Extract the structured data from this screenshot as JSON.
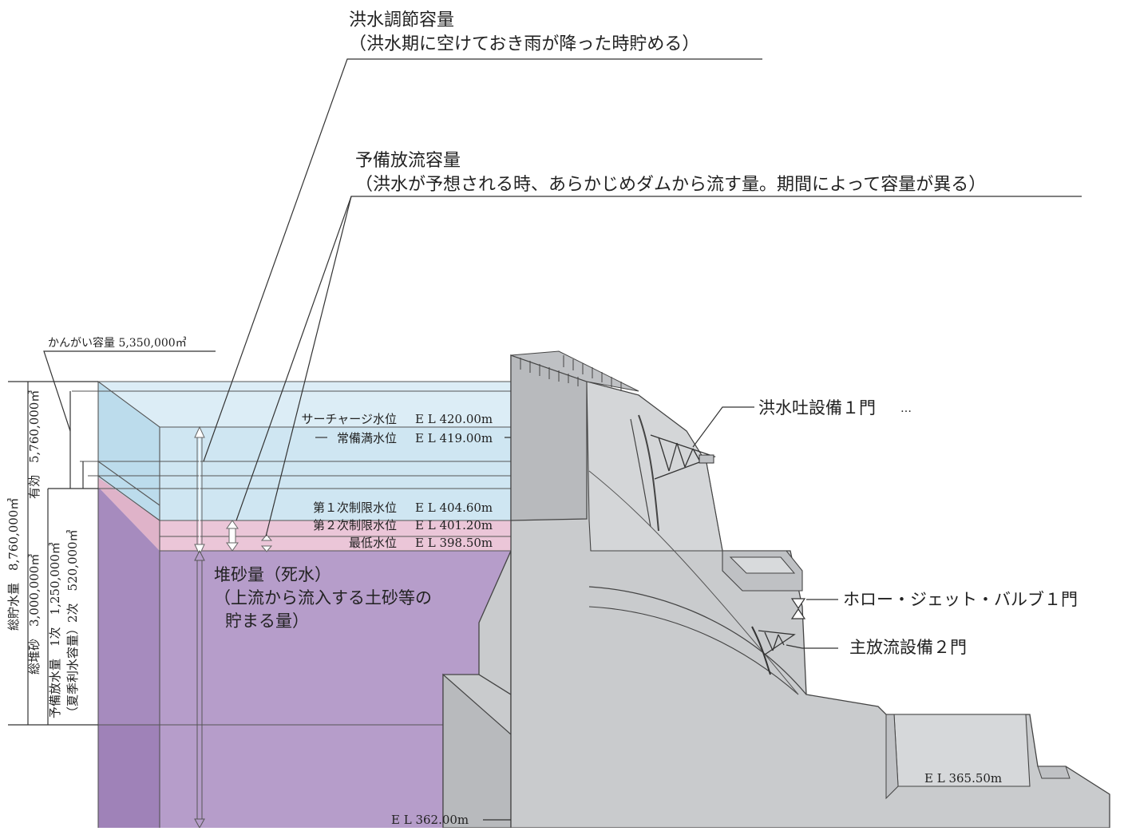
{
  "callouts": {
    "flood_control": {
      "title": "洪水調節容量",
      "note": "（洪水期に空けておき雨が降った時貯める）"
    },
    "preliminary_release": {
      "title": "予備放流容量",
      "note": "（洪水が予想される時、あらかじめダムから流す量。期間によって容量が異る）"
    },
    "irrigation": "かんがい容量 5,350,000㎥"
  },
  "water_levels": {
    "surcharge": {
      "name": "サーチャージ水位",
      "el": "E L 420.00m"
    },
    "normal_full": {
      "name": "常備満水位",
      "el": "E L 419.00m"
    },
    "limit_1": {
      "name": "第１次制限水位",
      "el": "E L 404.60m"
    },
    "limit_2": {
      "name": "第２次制限水位",
      "el": "E L 401.20m"
    },
    "minimum": {
      "name": "最低水位",
      "el": "E L 398.50m"
    }
  },
  "sediment": {
    "line1": "堆砂量（死水）",
    "line2": "（上流から流入する土砂等の",
    "line3": "貯まる量）"
  },
  "elevations": {
    "bottom": "E L 362.00m",
    "downstream": "E L 365.50m"
  },
  "facilities": {
    "spillway": "洪水吐設備１門",
    "hollow_jet": "ホロー・ジェット・バルブ１門",
    "main_outlet": "主放流設備２門"
  },
  "vertical_labels": {
    "total": "総貯水量　8,760,000㎥",
    "effective": "有効　5,760,000㎥",
    "sediment": "総堆砂　3,000,000㎥",
    "prelim_1": "予備放水量　1次　1,250,000㎥",
    "prelim_2": "（夏季利水容量）2次　520,000㎥"
  },
  "colors": {
    "water": "#cfe6f2",
    "water_dark": "#b7d7ea",
    "pink": "#e9c2d5",
    "sediment": "#b49ac8",
    "sediment_dark": "#a486bd",
    "concrete": "#c9cbcd"
  }
}
